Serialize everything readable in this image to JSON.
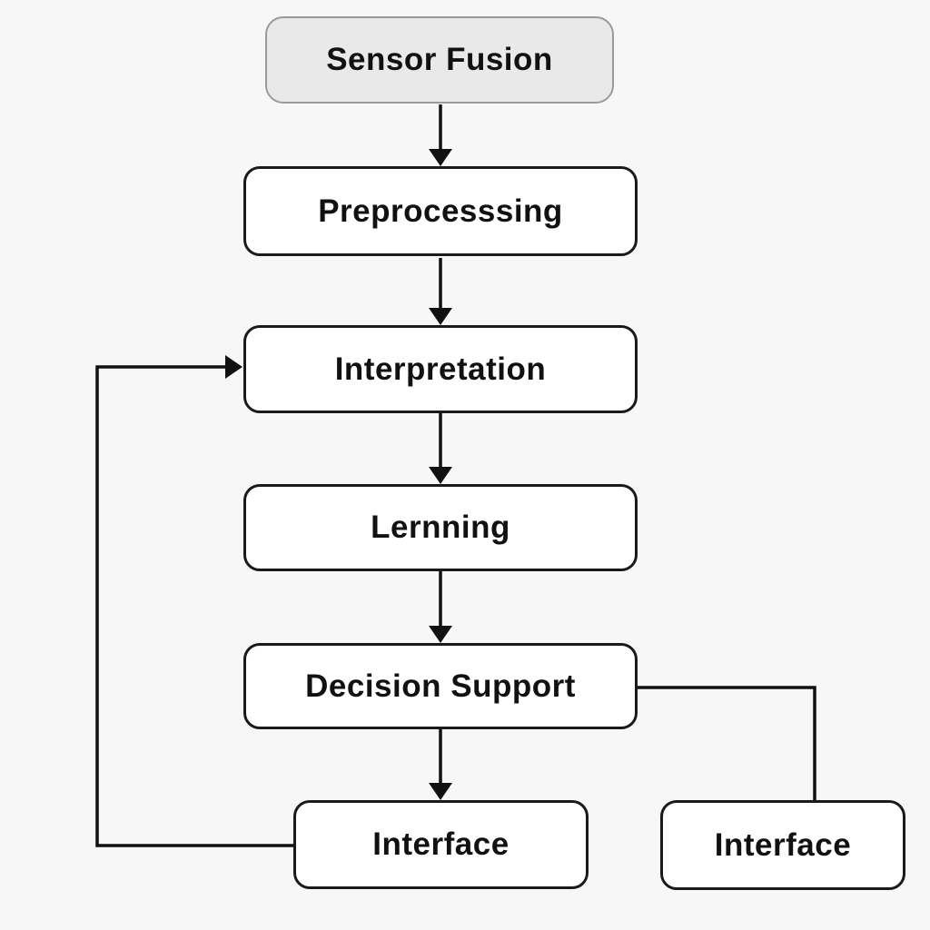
{
  "diagram": {
    "type": "flowchart",
    "title": "",
    "nodes": [
      {
        "id": "sensor-fusion",
        "label": "Sensor Fusion",
        "variant": "highlighted"
      },
      {
        "id": "preprocessing",
        "label": "Preprocesssing",
        "variant": "default"
      },
      {
        "id": "interpretation",
        "label": "Interpretation",
        "variant": "default"
      },
      {
        "id": "learning",
        "label": "Lernning",
        "variant": "default"
      },
      {
        "id": "decision-support",
        "label": "Decision Support",
        "variant": "default"
      },
      {
        "id": "interface-left",
        "label": "Interface",
        "variant": "default"
      },
      {
        "id": "interface-right",
        "label": "Interface",
        "variant": "default"
      }
    ],
    "edges": [
      {
        "from": "sensor-fusion",
        "to": "preprocessing",
        "style": "arrow-down"
      },
      {
        "from": "preprocessing",
        "to": "interpretation",
        "style": "arrow-down"
      },
      {
        "from": "interpretation",
        "to": "learning",
        "style": "arrow-down"
      },
      {
        "from": "learning",
        "to": "decision-support",
        "style": "arrow-down"
      },
      {
        "from": "decision-support",
        "to": "interface-left",
        "style": "arrow-down"
      },
      {
        "from": "interface-left",
        "to": "interpretation",
        "style": "feedback-loop-arrow"
      },
      {
        "from": "decision-support",
        "to": "interface-right",
        "style": "elbow-line"
      }
    ],
    "colors": {
      "background": "#f7f7f7",
      "node_fill": "#ffffff",
      "node_border": "#1a1a1a",
      "highlight_fill": "#e9e9e9",
      "highlight_border": "#9a9a9a",
      "connector": "#111111",
      "text": "#111111"
    }
  }
}
